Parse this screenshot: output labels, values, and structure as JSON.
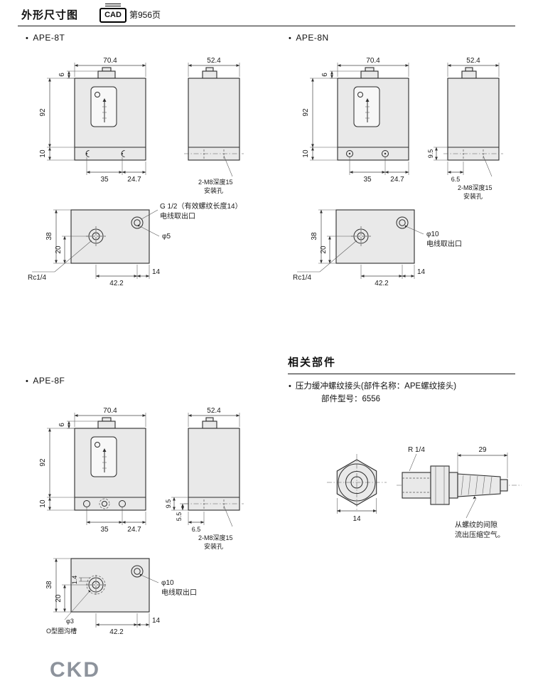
{
  "bullet": "•",
  "header": {
    "title": "外形尺寸图",
    "cad_label": "CAD",
    "page_ref": "第956页"
  },
  "sections": {
    "ape8t": "APE-8T",
    "ape8n": "APE-8N",
    "ape8f": "APE-8F"
  },
  "related": {
    "title": "相关部件",
    "item": "压力缓冲螺纹接头(部件名称：APE螺纹接头)",
    "model": "部件型号：6556"
  },
  "front": {
    "width": "70.4",
    "top_h": "6",
    "body_h": "92",
    "base_h": "10",
    "hole_pitch": "35",
    "hole_edge": "24.7"
  },
  "side": {
    "width": "52.4",
    "mount_note1": "2-M8深度15",
    "mount_note2": "安装孔",
    "dim_95": "9.5",
    "dim_65": "6.5",
    "dim_55": "5.5"
  },
  "bottom": {
    "depth": "38",
    "port_depth": "20",
    "span": "42.2",
    "edge": "14",
    "port_label": "Rc1/4",
    "t_conduit": "G 1/2（有效螺纹长度14）",
    "outlet_label": "电线取出口",
    "t_dia": "φ5",
    "n_dia": "φ10",
    "f_dia": "φ10",
    "f_step": "1.4",
    "f_groove_dia": "φ3",
    "f_groove": "O型圈沟槽"
  },
  "fitting": {
    "thread": "R 1/4",
    "length": "29",
    "hex_width": "14",
    "note1": "从螺纹的间隙",
    "note2": "流出压缩空气。"
  },
  "footer": {
    "logo": "CKD",
    "logo_color": "#8d939c"
  }
}
